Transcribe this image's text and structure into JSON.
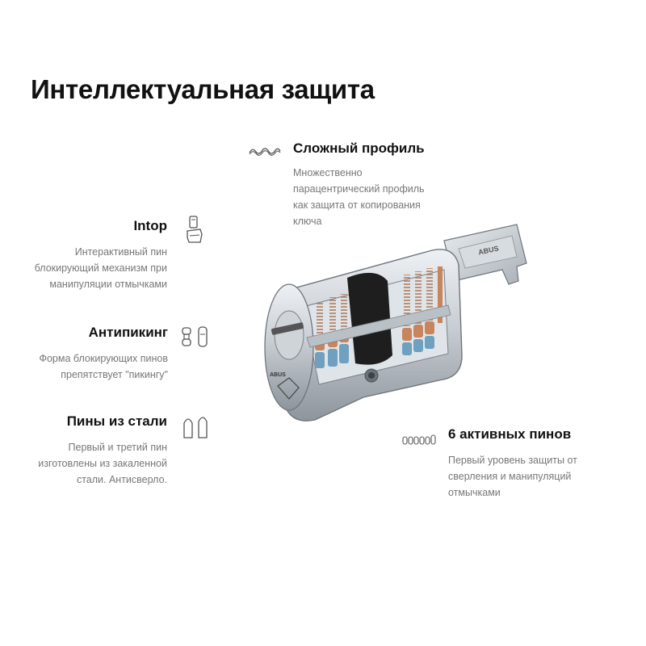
{
  "title": "Интеллектуальная защита",
  "features": {
    "profile": {
      "title": "Сложный профиль",
      "desc": [
        "Множественно",
        "парацентрический профиль",
        "как защита от копирования",
        "ключа"
      ],
      "icon": "key-profile-icon"
    },
    "intop": {
      "title": "Intop",
      "desc": [
        "Интерактивный пин",
        "блокирующий механизм при",
        "манипуляции отмычками"
      ],
      "icon": "intop-pin-icon"
    },
    "antipicking": {
      "title": "Антипикинг",
      "desc": [
        "Форма блокирующих пинов",
        "препятствует \"пикингу\""
      ],
      "icon": "antipicking-pins-icon"
    },
    "steelpins": {
      "title": "Пины из стали",
      "desc": [
        "Первый и третий пин",
        "изготовлены из закаленной",
        "стали. Антисверло."
      ],
      "icon": "steel-pins-icon"
    },
    "activepins": {
      "title": "6 активных пинов",
      "desc": [
        "Первый уровень защиты от",
        "сверления и манипуляций",
        "отмычками"
      ],
      "icon": "six-pins-icon"
    }
  },
  "illustration": {
    "subject": "cylinder-lock-cutaway-illustration",
    "brand_text": "ABUS",
    "key_text": "ABUS",
    "colors": {
      "metal": "#c9ced4",
      "metal_dark": "#8e959c",
      "spring": "#b07a5e",
      "pin_copper": "#c8845a",
      "pin_steel": "#6fa0c0",
      "cam_black": "#1e1e1e"
    }
  }
}
